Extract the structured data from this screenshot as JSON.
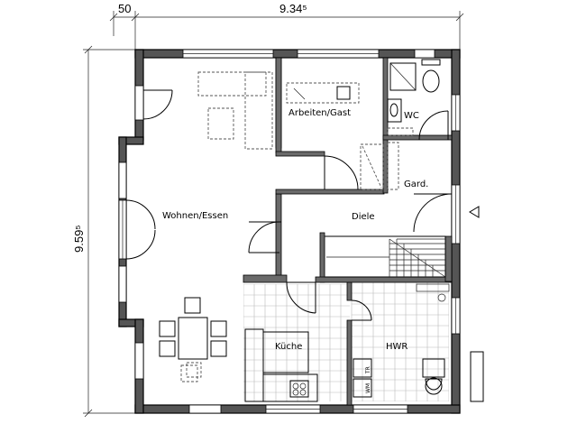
{
  "dimensions": {
    "top_small": "50",
    "top_width": "9.34⁵",
    "left_height": "9.59⁵"
  },
  "rooms": {
    "living": "Wohnen/Essen",
    "study": "Arbeiten/Gast",
    "wc": "WC",
    "wardrobe": "Gard.",
    "hall": "Diele",
    "kitchen": "Küche",
    "utility": "HWR"
  },
  "appliances": {
    "washer": "WM",
    "dryer": "TR"
  },
  "icons": {
    "entrance": "entrance-arrow-icon"
  }
}
